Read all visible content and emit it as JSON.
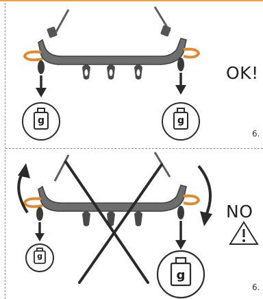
{
  "panels": {
    "top": {
      "verdict": "OK!",
      "ref": "6.",
      "weights": {
        "left": "g",
        "right": "g"
      }
    },
    "bottom": {
      "verdict": "NO",
      "ref": "6.",
      "weights": {
        "small": "g",
        "large": "g"
      },
      "warning_icon": "warning-triangle-icon"
    }
  },
  "colors": {
    "harness": "#6e6e6e",
    "loop": "#e08a2e",
    "accent_rule": "#f2a23a",
    "ink": "#1a1a1a"
  }
}
